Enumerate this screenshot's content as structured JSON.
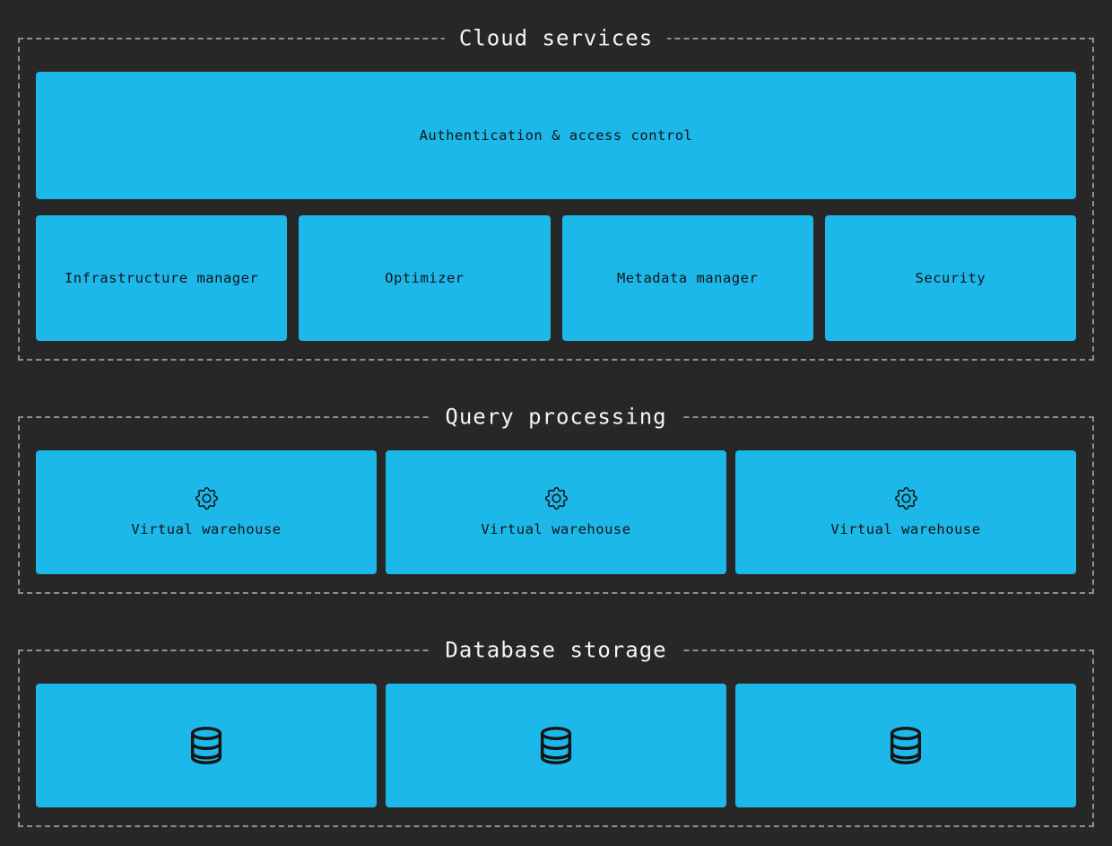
{
  "colors": {
    "background": "#272727",
    "box_fill": "#1db8ea",
    "box_text": "#141414",
    "title_text": "#f5f5f5",
    "border": "#8f8f8f"
  },
  "sections": [
    {
      "title": "Cloud services",
      "auth_box_label": "Authentication & access control",
      "boxes": [
        {
          "label": "Infrastructure manager"
        },
        {
          "label": "Optimizer"
        },
        {
          "label": "Metadata manager"
        },
        {
          "label": "Security"
        }
      ]
    },
    {
      "title": "Query processing",
      "boxes": [
        {
          "icon": "gear-icon",
          "label": "Virtual warehouse"
        },
        {
          "icon": "gear-icon",
          "label": "Virtual warehouse"
        },
        {
          "icon": "gear-icon",
          "label": "Virtual warehouse"
        }
      ]
    },
    {
      "title": "Database storage",
      "boxes": [
        {
          "icon": "database-icon"
        },
        {
          "icon": "database-icon"
        },
        {
          "icon": "database-icon"
        }
      ]
    }
  ]
}
